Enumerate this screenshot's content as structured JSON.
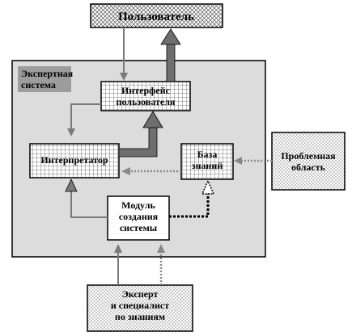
{
  "nodes": {
    "user": {
      "label_lines": [
        "Пользователь"
      ]
    },
    "expert_system": {
      "label_lines": [
        "Экспертная",
        "система"
      ]
    },
    "user_interface": {
      "label_lines": [
        "Интерфейс",
        "пользователя"
      ]
    },
    "interpreter": {
      "label_lines": [
        "Интерпретатор"
      ]
    },
    "knowledge_base": {
      "label_lines": [
        "База",
        "знаний"
      ]
    },
    "problem_area": {
      "label_lines": [
        "Проблемная",
        "область"
      ]
    },
    "system_builder": {
      "label_lines": [
        "Модуль",
        "создания",
        "системы"
      ]
    },
    "expert": {
      "label_lines": [
        "Эксперт",
        "и специалист",
        "по знаниям"
      ]
    }
  },
  "colors": {
    "container_fill": "#dcdcdc",
    "label_tag_fill": "#9c9c9c",
    "arrow_gray": "#7a7a7a",
    "arrow_bold": "#6e6e6e",
    "dotted": "#888888",
    "dotted_dark": "#000000"
  }
}
